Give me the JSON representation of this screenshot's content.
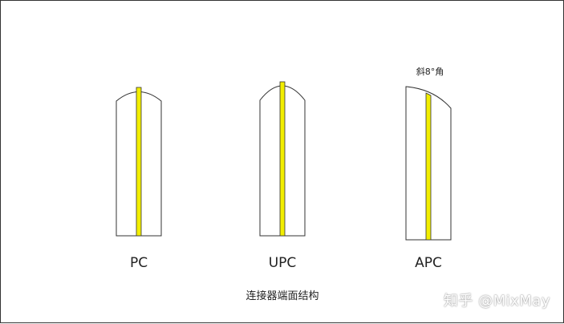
{
  "connectors": [
    {
      "label": "PC"
    },
    {
      "label": "UPC"
    },
    {
      "label": "APC",
      "note": "斜8°角"
    }
  ],
  "caption": "连接器端面结构",
  "watermark": "知乎 @MixMay",
  "colors": {
    "core": "#f2ee00",
    "outline": "#333333"
  }
}
